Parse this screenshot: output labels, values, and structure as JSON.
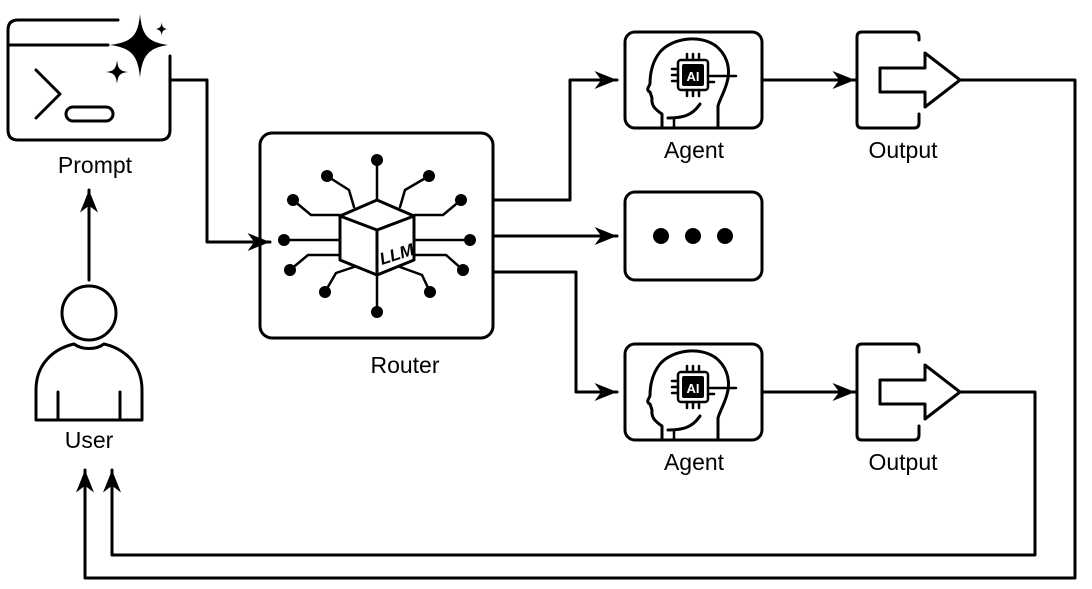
{
  "nodes": {
    "prompt": {
      "label": "Prompt",
      "icon": "terminal-sparkle-icon"
    },
    "user": {
      "label": "User",
      "icon": "user-icon"
    },
    "router": {
      "label": "Router",
      "icon": "llm-cube-network-icon",
      "chip_text": "LLM"
    },
    "agent_top": {
      "label": "Agent",
      "icon": "ai-head-icon",
      "chip_text": "AI"
    },
    "agent_bottom": {
      "label": "Agent",
      "icon": "ai-head-icon",
      "chip_text": "AI"
    },
    "more": {
      "icon": "ellipsis-icon"
    },
    "output_top": {
      "label": "Output",
      "icon": "output-arrow-icon"
    },
    "output_bottom": {
      "label": "Output",
      "icon": "output-arrow-icon"
    }
  },
  "edges": [
    {
      "from": "user",
      "to": "prompt"
    },
    {
      "from": "prompt",
      "to": "router"
    },
    {
      "from": "router",
      "to": "agent_top"
    },
    {
      "from": "router",
      "to": "more"
    },
    {
      "from": "router",
      "to": "agent_bottom"
    },
    {
      "from": "agent_top",
      "to": "output_top"
    },
    {
      "from": "agent_bottom",
      "to": "output_bottom"
    },
    {
      "from": "output_top",
      "to": "user"
    },
    {
      "from": "output_bottom",
      "to": "user"
    }
  ]
}
